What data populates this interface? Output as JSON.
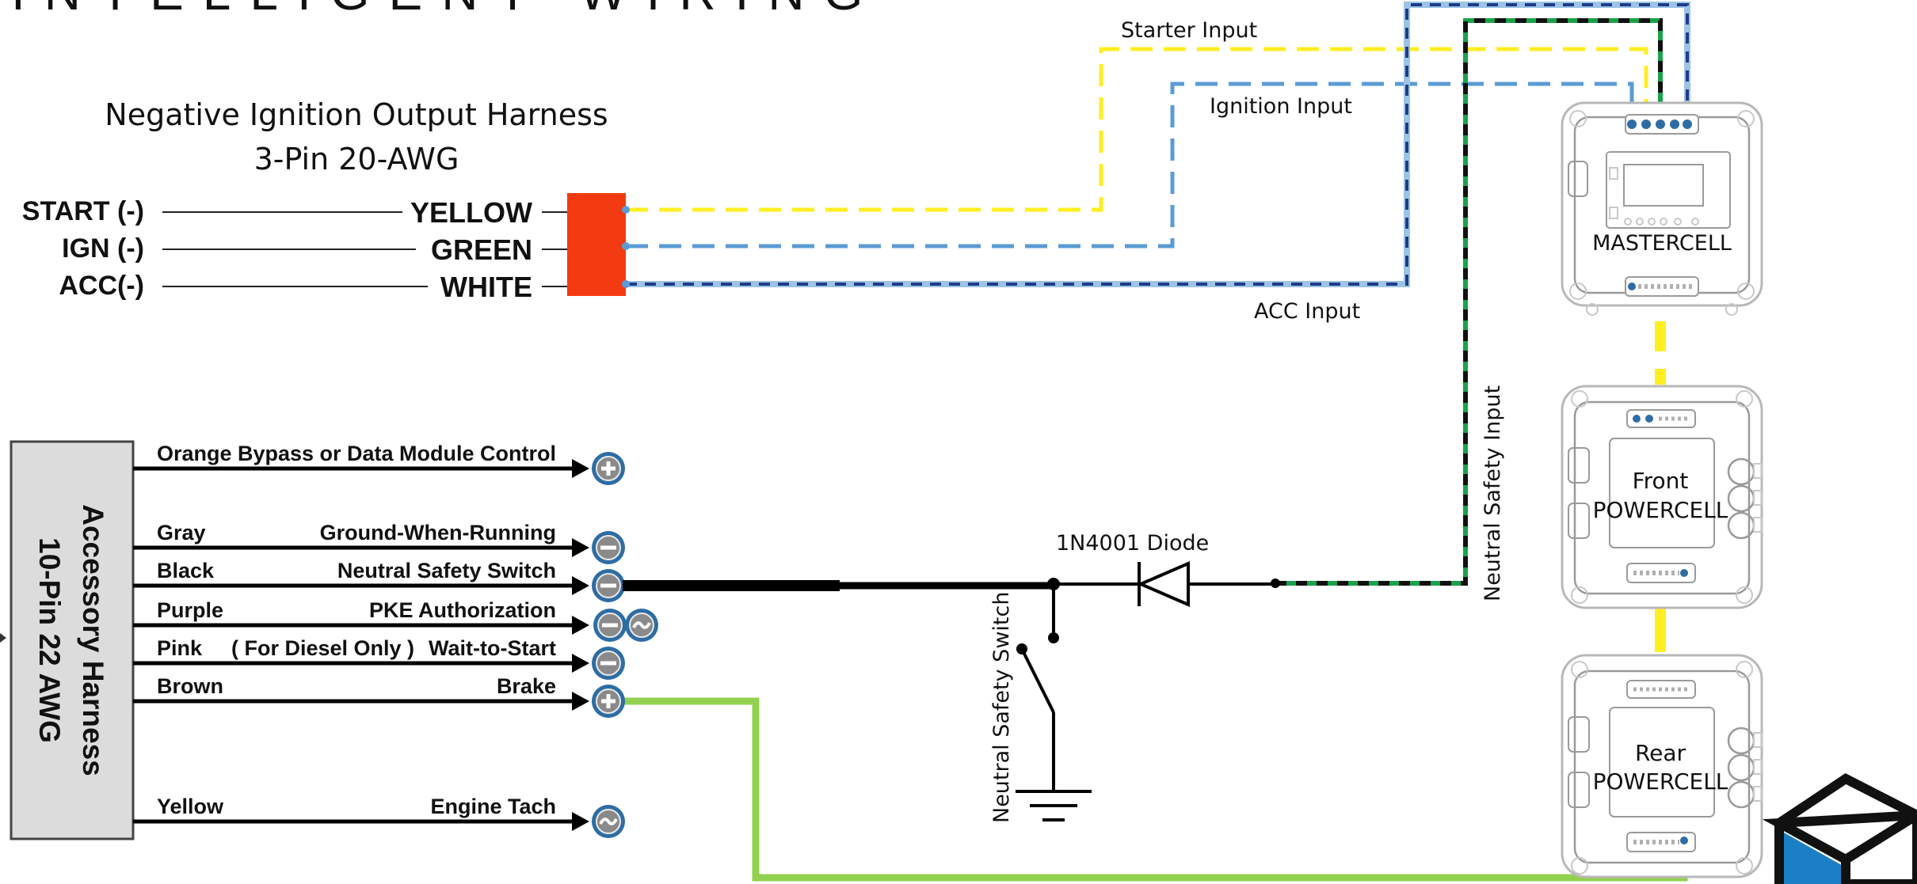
{
  "header": {
    "title_fragment": "INTELLIGENT WIRING"
  },
  "negative_harness": {
    "title_line1": "Negative Ignition Output Harness",
    "title_line2": "3-Pin 20-AWG",
    "pins": [
      {
        "signal": "START (-)",
        "color_name": "YELLOW"
      },
      {
        "signal": "IGN (-)",
        "color_name": "GREEN"
      },
      {
        "signal": "ACC(-)",
        "color_name": "WHITE"
      }
    ],
    "connector_color": "#f33a10"
  },
  "inputs": {
    "starter": "Starter Input",
    "ignition": "Ignition Input",
    "acc": "ACC Input",
    "neutral_safety": "Neutral Safety Input"
  },
  "modules": {
    "master": "MASTERCELL",
    "front_line1": "Front",
    "front_line2": "POWERCELL",
    "rear_line1": "Rear",
    "rear_line2": "POWERCELL"
  },
  "accessory_harness": {
    "title_line1": "Accessory Harness",
    "title_line2": "10-Pin   22 AWG",
    "wires": [
      {
        "color": "Orange",
        "function": "Bypass or Data Module Control",
        "polarity": "+"
      },
      {
        "color": "Gray",
        "function": "Ground-When-Running",
        "polarity": "-"
      },
      {
        "color": "Black",
        "function": "Neutral Safety Switch",
        "polarity": "-"
      },
      {
        "color": "Purple",
        "function": "PKE Authorization",
        "polarity": "-~"
      },
      {
        "color": "Pink",
        "note": "( For Diesel Only )",
        "function": "Wait-to-Start",
        "polarity": "-"
      },
      {
        "color": "Brown",
        "function": "Brake",
        "polarity": "+"
      },
      {
        "color": "Yellow",
        "function": "Engine Tach",
        "polarity": "~"
      }
    ]
  },
  "components": {
    "diode": "1N4001 Diode",
    "switch": "Neutral Safety Switch"
  },
  "colors": {
    "starter_wire": "#ffee22",
    "ignition_wire": "#5b9bd5",
    "acc_wire_light": "#9dc3e6",
    "acc_wire_dark": "#1f3c88",
    "neutral_wire_green": "#1aa24a",
    "brake_wire": "#92d050",
    "pin_circle": "#2e6da4",
    "logo_blue": "#1a7fc4"
  }
}
